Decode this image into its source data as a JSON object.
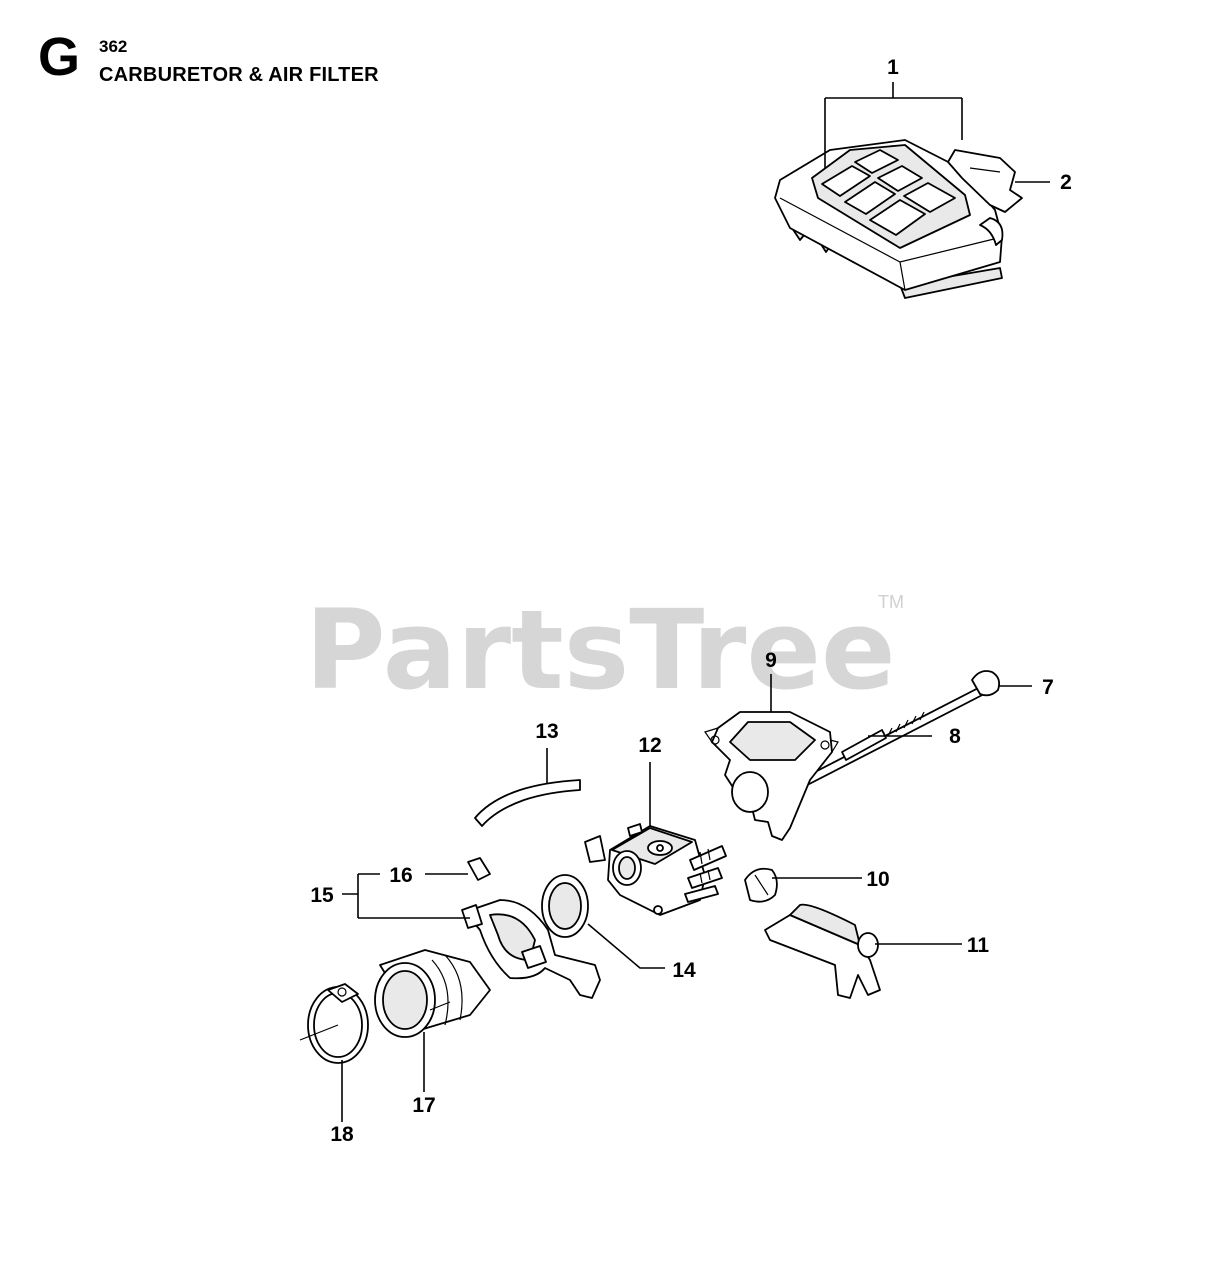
{
  "header": {
    "section_letter": "G",
    "model": "362",
    "title": "CARBURETOR & AIR FILTER"
  },
  "watermark": {
    "text": "PartsTree",
    "trademark": "TM"
  },
  "callouts": [
    {
      "id": "1",
      "label": "1"
    },
    {
      "id": "2",
      "label": "2"
    },
    {
      "id": "7",
      "label": "7"
    },
    {
      "id": "8",
      "label": "8"
    },
    {
      "id": "9",
      "label": "9"
    },
    {
      "id": "10",
      "label": "10"
    },
    {
      "id": "11",
      "label": "11"
    },
    {
      "id": "12",
      "label": "12"
    },
    {
      "id": "13",
      "label": "13"
    },
    {
      "id": "14",
      "label": "14"
    },
    {
      "id": "15",
      "label": "15"
    },
    {
      "id": "16",
      "label": "16"
    },
    {
      "id": "17",
      "label": "17"
    },
    {
      "id": "18",
      "label": "18"
    }
  ],
  "colors": {
    "ink": "#000000",
    "watermark": "#d6d6d6",
    "background": "#ffffff"
  }
}
